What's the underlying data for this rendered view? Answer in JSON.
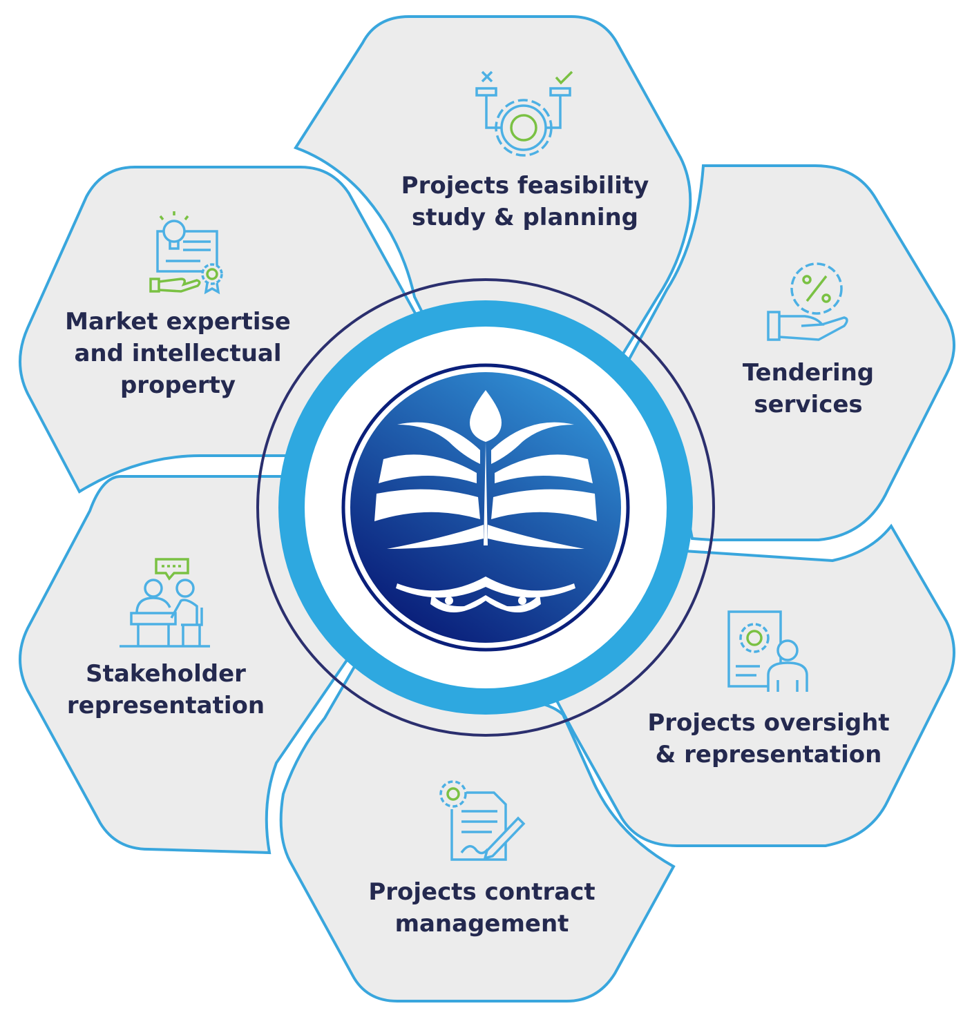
{
  "colors": {
    "hex_fill": "#ececec",
    "hex_border": "#39a6dd",
    "ring_blue": "#2ea8e0",
    "ring_navy": "#2b2f6e",
    "logo_light": "#2f8ad0",
    "logo_dark": "#0a1f7a",
    "icon_blue": "#4cb0e4",
    "icon_green": "#7ac143",
    "text": "#24294f"
  },
  "center_logo": {
    "icon": "palm-swords-emblem"
  },
  "services": [
    {
      "id": "feasibility",
      "icon": "gear-decision-icon",
      "lines": [
        "Projects feasibility",
        "study & planning"
      ]
    },
    {
      "id": "tendering",
      "icon": "hand-percent-icon",
      "lines": [
        "Tendering",
        "services"
      ]
    },
    {
      "id": "oversight",
      "icon": "document-gear-person-icon",
      "lines": [
        "Projects oversight",
        "& representation"
      ]
    },
    {
      "id": "contract",
      "icon": "contract-pen-gear-icon",
      "lines": [
        "Projects contract",
        "management"
      ]
    },
    {
      "id": "stakeholder",
      "icon": "meeting-desk-icon",
      "lines": [
        "Stakeholder",
        "representation"
      ]
    },
    {
      "id": "market",
      "icon": "certificate-idea-icon",
      "lines": [
        "Market expertise",
        "and intellectual",
        "property"
      ]
    }
  ]
}
